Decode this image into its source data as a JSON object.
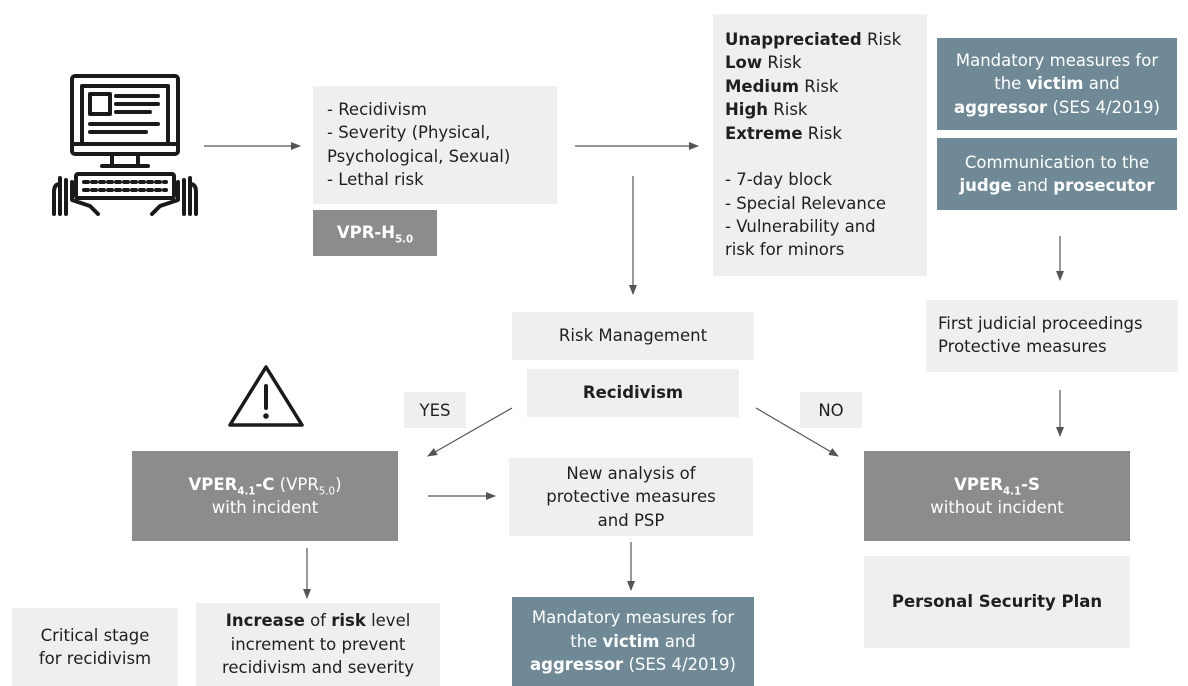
{
  "input_box": {
    "line1": "- Recidivism",
    "line2": "- Severity (Physical,",
    "line3": "Psychological, Sexual)",
    "line4": "- Lethal risk"
  },
  "vpr_h": {
    "base": "VPR-H",
    "sub": "5.0"
  },
  "risk_levels": [
    {
      "bold": "Unappreciated",
      "rest": " Risk"
    },
    {
      "bold": "Low",
      "rest": " Risk"
    },
    {
      "bold": "Medium",
      "rest": " Risk"
    },
    {
      "bold": "High",
      "rest": " Risk"
    },
    {
      "bold": "Extreme",
      "rest": " Risk"
    }
  ],
  "risk_extras": [
    "- 7-day block",
    "- Special Relevance",
    "- Vulnerability and",
    "risk for minors"
  ],
  "mandatory_top": {
    "p1": "Mandatory measures for",
    "p2": "the ",
    "victim": "victim",
    "p3": " and",
    "aggressor": "aggressor",
    "p4": " (SES 4/2019)"
  },
  "communication": {
    "p1": "Communication to the",
    "judge": "judge",
    "and": " and ",
    "prosecutor": "prosecutor"
  },
  "judicial": {
    "line1": "First judicial proceedings",
    "line2": "Protective measures"
  },
  "risk_management": "Risk Management",
  "recidivism": "Recidivism",
  "yes": "YES",
  "no": "NO",
  "vper_c": {
    "base": "VPER",
    "sub": "4.1",
    "suffix": "-C",
    "paren_open": " (VPR",
    "paren_sub": "5.0",
    "paren_close": ")",
    "line2": "with incident"
  },
  "vper_s": {
    "base": "VPER",
    "sub": "4.1",
    "suffix": "-S",
    "line2": "without incident"
  },
  "new_analysis": {
    "line1": "New analysis of",
    "line2": "protective measures",
    "line3": "and PSP"
  },
  "personal_plan": "Personal Security Plan",
  "critical": {
    "line1": "Critical stage",
    "line2": "for recidivism"
  },
  "increase": {
    "bold1": "Increase",
    "t1": " of ",
    "bold2": "risk",
    "t2": " level",
    "line2": "increment to prevent",
    "line3": "recidivism and severity"
  },
  "mandatory_bottom": {
    "p1": "Mandatory measures for",
    "p2": "the ",
    "victim": "victim",
    "p3": " and",
    "aggressor": "aggressor",
    "p4": " (SES 4/2019)"
  },
  "colors": {
    "light_box": "#efefef",
    "dark_box": "#8c8c8c",
    "blue_box": "#6f8a96",
    "arrow": "#555555"
  },
  "icons": [
    "computer-user-icon",
    "warning-icon"
  ]
}
